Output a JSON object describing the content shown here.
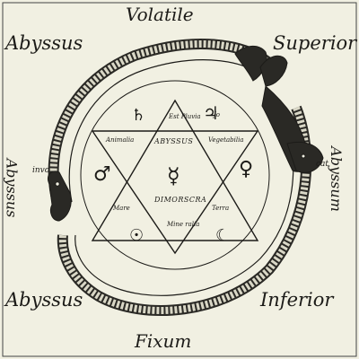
{
  "labels": {
    "top": "Volatile",
    "bottom": "Fixum",
    "top_left": "Abyssus",
    "bottom_left": "Abyssus",
    "top_right": "Superior",
    "bottom_right": "Inferior",
    "left_vertical": "Abyssus",
    "right_vertical": "Abyssum",
    "left_small": "invo",
    "right_small": "cat"
  },
  "hexagram": {
    "top_tip": "Est Pluvia",
    "center_upper": "ABYSSUS",
    "center_lower": "DIMORSCRA",
    "upper_left": "Animalia",
    "upper_right": "Vegetabilia",
    "lower_left": "Mare",
    "lower_right": "Terra",
    "bottom_tip": "Mine ralia",
    "top_right_note": "Jo"
  },
  "symbols": {
    "saturn": "♄",
    "jupiter": "♃",
    "mars": "♂",
    "venus": "♀",
    "mercury": "☿",
    "sun": "☉",
    "moon": "☾"
  },
  "colors": {
    "paper": "#f1f0e2",
    "ink": "#1c1b18"
  }
}
